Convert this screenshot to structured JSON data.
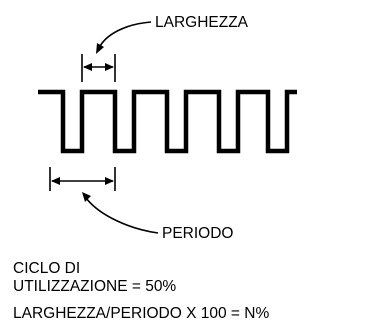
{
  "labels": {
    "width_label": "LARGHEZZA",
    "period_label": "PERIODO"
  },
  "caption": {
    "line1": "CICLO DI",
    "line2": "UTILIZZAZIONE = 50%",
    "line3": "LARGHEZZA/PERIODO X 100 = N%"
  },
  "colors": {
    "ink": "#000000",
    "background": "#ffffff"
  }
}
